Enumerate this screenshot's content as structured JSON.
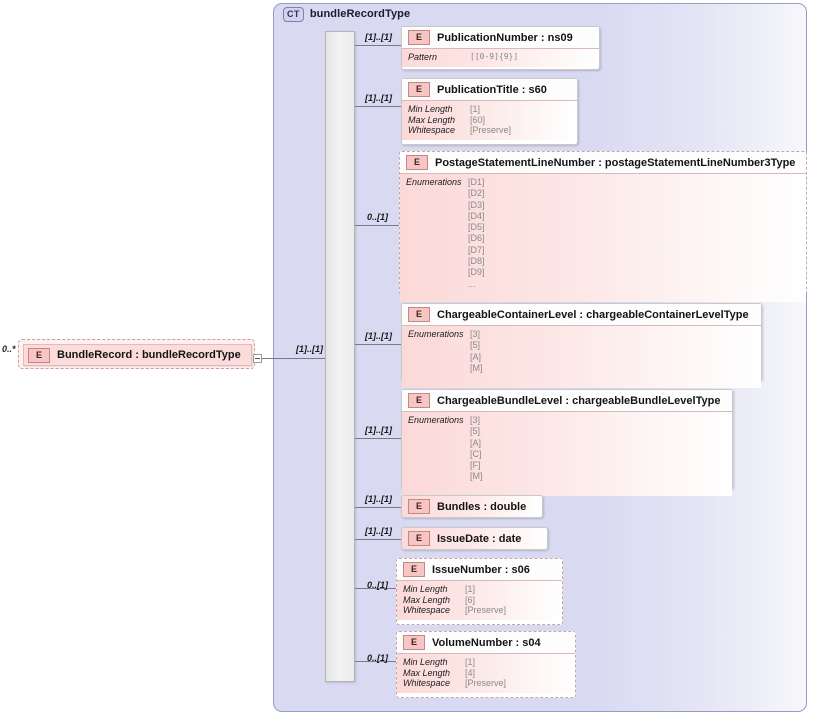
{
  "diagram": {
    "kind": "xsd-schema-diagram",
    "root_element": {
      "occurrence": "0..*",
      "badge": "E",
      "label": "BundleRecord : bundleRecordType"
    },
    "complex_type": {
      "badge": "CT",
      "title": "bundleRecordType",
      "compositor": "sequence"
    },
    "facet_labels": {
      "pattern": "Pattern",
      "min_length": "Min Length",
      "max_length": "Max Length",
      "whitespace": "Whitespace",
      "enumerations": "Enumerations"
    },
    "elements": [
      {
        "badge": "E",
        "label": "PublicationNumber : ns09",
        "occurrence": "[1]..[1]",
        "required": true,
        "facets": [
          {
            "name": "Pattern",
            "value": "[[0-9]{9}]",
            "mono": true
          }
        ],
        "enumerations": []
      },
      {
        "badge": "E",
        "label": "PublicationTitle : s60",
        "occurrence": "[1]..[1]",
        "required": true,
        "facets": [
          {
            "name": "Min Length",
            "value": "[1]"
          },
          {
            "name": "Max Length",
            "value": "[60]"
          },
          {
            "name": "Whitespace",
            "value": "[Preserve]"
          }
        ],
        "enumerations": []
      },
      {
        "badge": "E",
        "label": "PostageStatementLineNumber : postageStatementLineNumber3Type",
        "occurrence": "0..[1]",
        "required": false,
        "facets": [],
        "enumerations": [
          "[D1]",
          "[D2]",
          "[D3]",
          "[D4]",
          "[D5]",
          "[D6]",
          "[D7]",
          "[D8]",
          "[D9]",
          "..."
        ]
      },
      {
        "badge": "E",
        "label": "ChargeableContainerLevel : chargeableContainerLevelType",
        "occurrence": "[1]..[1]",
        "required": true,
        "facets": [],
        "enumerations": [
          "[3]",
          "[5]",
          "[A]",
          "[M]"
        ]
      },
      {
        "badge": "E",
        "label": "ChargeableBundleLevel : chargeableBundleLevelType",
        "occurrence": "[1]..[1]",
        "required": true,
        "facets": [],
        "enumerations": [
          "[3]",
          "[5]",
          "[A]",
          "[C]",
          "[F]",
          "[M]"
        ]
      },
      {
        "badge": "E",
        "label": "Bundles : double",
        "occurrence": "[1]..[1]",
        "required": true,
        "facets": [],
        "enumerations": []
      },
      {
        "badge": "E",
        "label": "IssueDate : date",
        "occurrence": "[1]..[1]",
        "required": true,
        "facets": [],
        "enumerations": []
      },
      {
        "badge": "E",
        "label": "IssueNumber : s06",
        "occurrence": "0..[1]",
        "required": false,
        "facets": [
          {
            "name": "Min Length",
            "value": "[1]"
          },
          {
            "name": "Max Length",
            "value": "[6]"
          },
          {
            "name": "Whitespace",
            "value": "[Preserve]"
          }
        ],
        "enumerations": []
      },
      {
        "badge": "E",
        "label": "VolumeNumber : s04",
        "occurrence": "0..[1]",
        "required": false,
        "facets": [
          {
            "name": "Min Length",
            "value": "[1]"
          },
          {
            "name": "Max Length",
            "value": "[4]"
          },
          {
            "name": "Whitespace",
            "value": "[Preserve]"
          }
        ],
        "enumerations": []
      }
    ],
    "root_connector_occurrence": "[1]..[1]",
    "colors": {
      "panel_fill": "#d9d9f2",
      "panel_border": "#9a9ac8",
      "element_pink": "#fbdcdb",
      "badge_pink": "#f6c6c5",
      "line": "#7a7a86",
      "facet_value": "#8a8a8a"
    }
  }
}
